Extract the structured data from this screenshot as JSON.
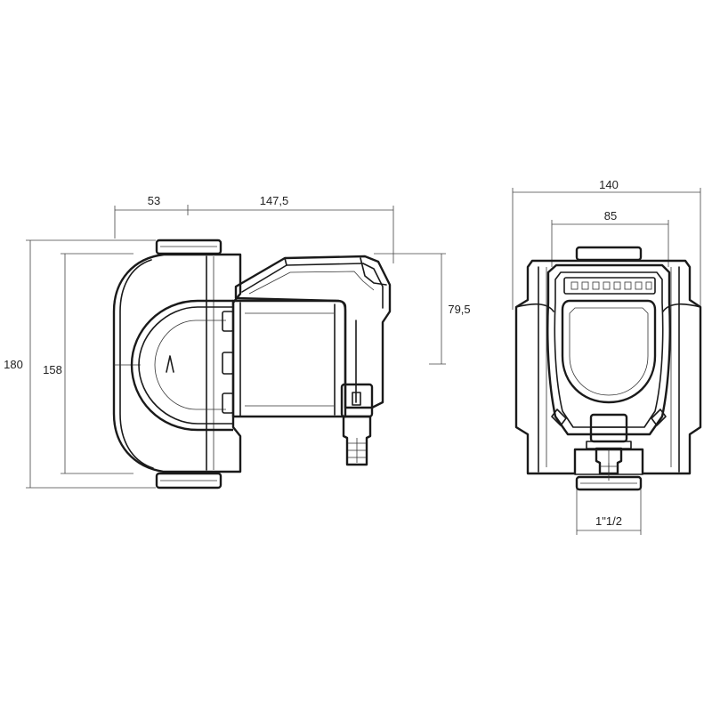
{
  "dimensions": {
    "side_inlet_offset": "53",
    "side_body_length": "147,5",
    "side_head_height": "79,5",
    "side_total_height": "180",
    "side_flange_height": "158",
    "front_total_width": "140",
    "front_head_width": "85",
    "front_connection": "1\"1/2"
  }
}
